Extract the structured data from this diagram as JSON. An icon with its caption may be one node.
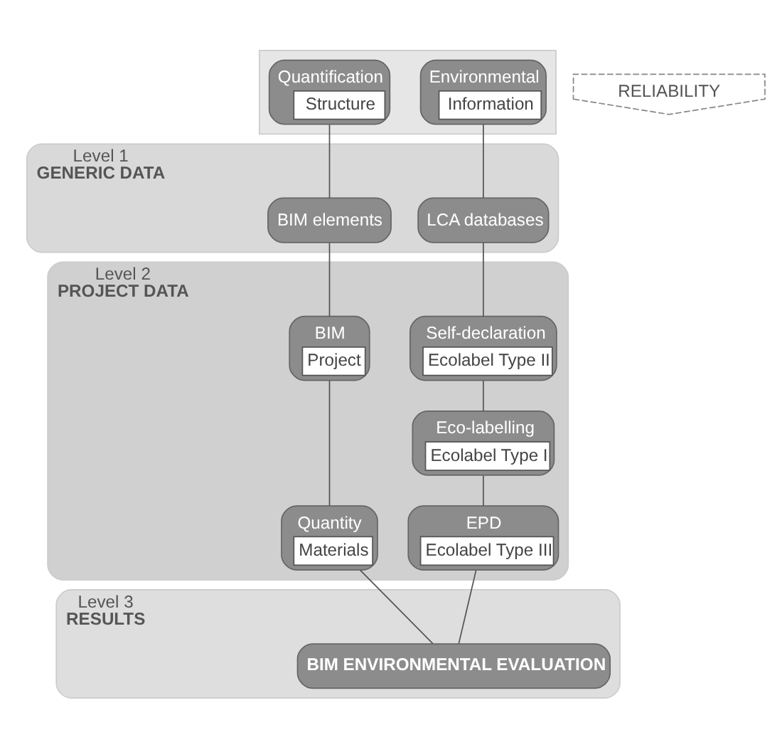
{
  "diagram": {
    "nodes": [
      {
        "text": [],
        "shape": "box"
      },
      {
        "text": [
          "Quantification",
          "Structure"
        ],
        "in": 0
      },
      {
        "text": [
          "Environmental",
          "Information"
        ],
        "in": 0
      },
      {
        "text": [
          "RELIABILITY"
        ]
      },
      {
        "text": [
          "Level 1",
          "GENERIC DATA"
        ]
      },
      {
        "text": [
          "BIM elements"
        ],
        "in": 4
      },
      {
        "text": [
          "LCA databases"
        ],
        "in": 4
      },
      {
        "text": [
          "Level 2",
          "PROJECT DATA"
        ]
      },
      {
        "text": [
          "BIM",
          "Project"
        ],
        "in": 7
      },
      {
        "text": [
          "Quantity",
          "Materials"
        ],
        "in": 7
      },
      {
        "text": [
          "Self-declaration",
          "Ecolabel Type II"
        ],
        "in": 7
      },
      {
        "text": [
          "Eco-labelling",
          "Ecolabel Type I"
        ],
        "in": 7
      },
      {
        "text": [
          "EPD",
          "Ecolabel Type III"
        ],
        "in": 7
      },
      {
        "text": [
          "Level 3",
          "RESULTS"
        ]
      },
      {
        "text": [
          "BIM ENVIRONMENTAL EVALUATION"
        ],
        "in": 13
      }
    ],
    "edges": [
      {
        "from": 1,
        "to": 5,
        "arrow": "none"
      },
      {
        "from": 5,
        "to": 8,
        "arrow": "none"
      },
      {
        "from": 8,
        "to": 9,
        "arrow": "none"
      },
      {
        "from": 2,
        "to": 6,
        "arrow": "none"
      },
      {
        "from": 6,
        "to": 10,
        "arrow": "none"
      },
      {
        "from": 10,
        "to": 11,
        "arrow": "none"
      },
      {
        "from": 11,
        "to": 12,
        "arrow": "none"
      },
      {
        "from": 9,
        "to": 14,
        "arrow": "none"
      },
      {
        "from": 12,
        "to": 14,
        "arrow": "none"
      }
    ]
  }
}
